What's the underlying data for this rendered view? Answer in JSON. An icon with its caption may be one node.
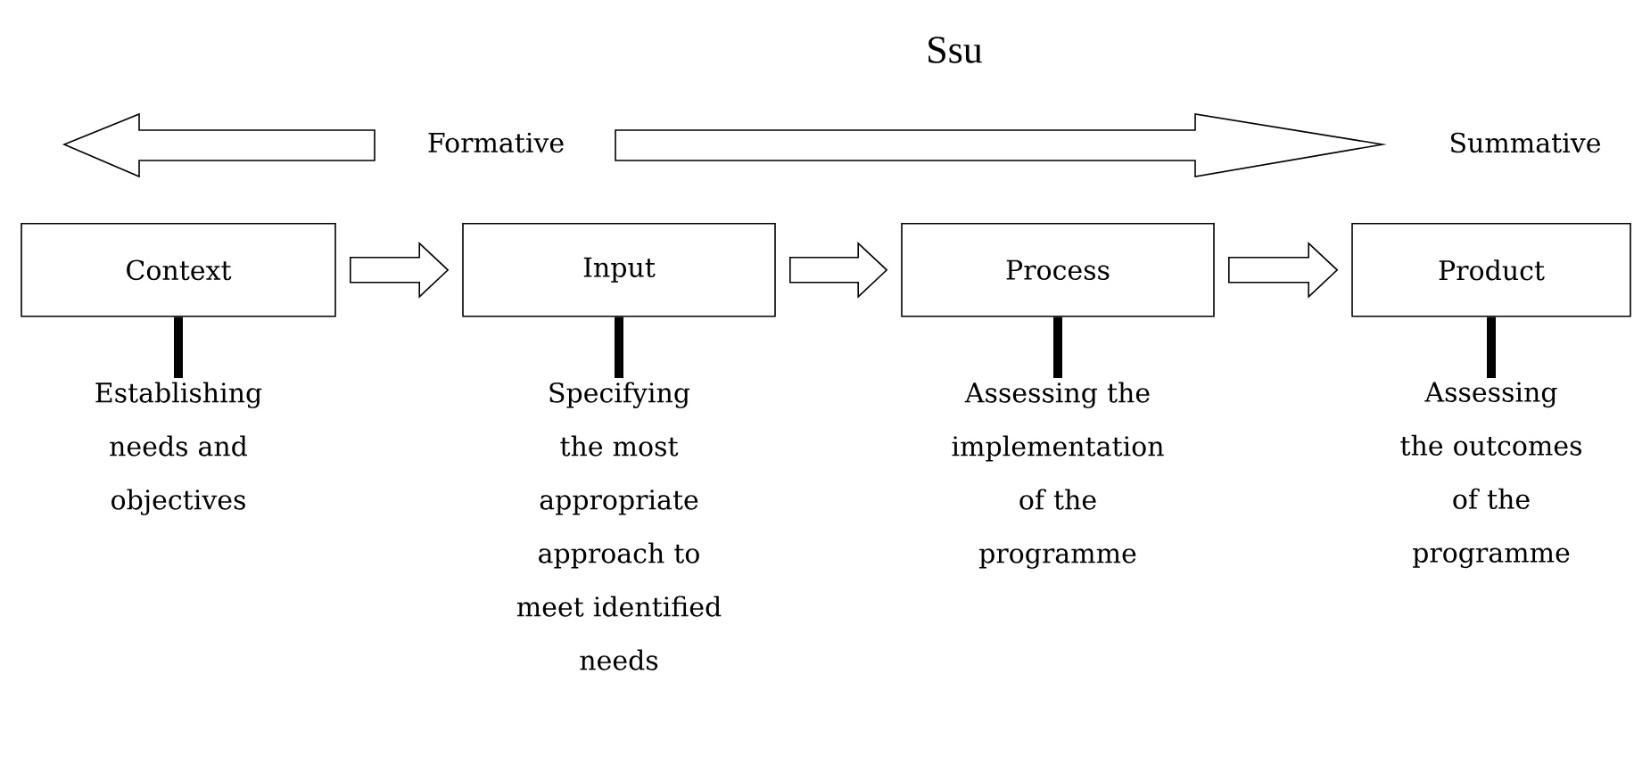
{
  "diagram": {
    "title": "Ssu",
    "nodes": [
      {
        "text": [
          "Context"
        ]
      },
      {
        "text": [
          "Input"
        ]
      },
      {
        "text": [
          "Process"
        ]
      },
      {
        "text": [
          "Product"
        ]
      },
      {
        "text": [
          "Establishing needs and objectives"
        ]
      },
      {
        "text": [
          "Specifying the most appropriate approach to meet identified needs"
        ]
      },
      {
        "text": [
          "Assessing the implementation of the programme"
        ]
      },
      {
        "text": [
          "Assessing the outcomes of the programme"
        ]
      }
    ],
    "edges": [
      {
        "from": 0,
        "to": 1,
        "arrow": "to"
      },
      {
        "from": 1,
        "to": 2,
        "arrow": "to"
      },
      {
        "from": 2,
        "to": 3,
        "arrow": "to"
      },
      {
        "from": 0,
        "to": 4,
        "arrow": "none"
      },
      {
        "from": 1,
        "to": 5,
        "arrow": "none"
      },
      {
        "from": 2,
        "to": 6,
        "arrow": "none"
      },
      {
        "from": 3,
        "to": 7,
        "arrow": "none"
      }
    ],
    "labels": [
      "Formative",
      "Summative"
    ]
  }
}
